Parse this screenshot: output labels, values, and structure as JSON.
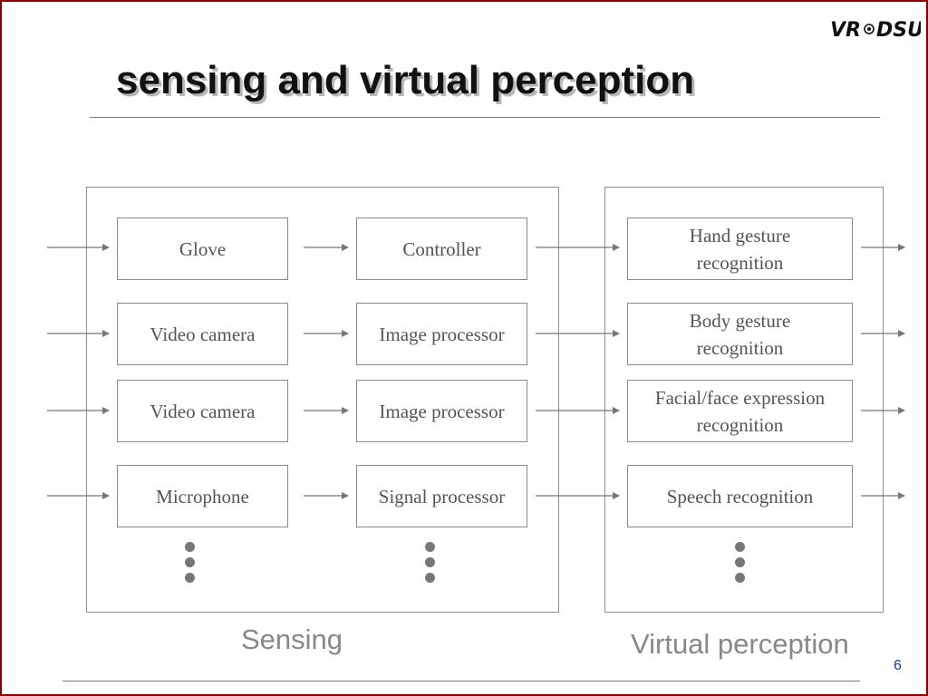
{
  "slide": {
    "title": "sensing and virtual perception",
    "logo_text": "VR◎DSU",
    "page_number": "6"
  },
  "groups": {
    "sensing": {
      "label": "Sensing"
    },
    "virtual_perception": {
      "label": "Virtual perception"
    }
  },
  "rows": [
    {
      "sensor": "Glove",
      "processor": "Controller",
      "recognizer": "Hand gesture recognition"
    },
    {
      "sensor": "Video camera",
      "processor": "Image processor",
      "recognizer": "Body gesture recognition"
    },
    {
      "sensor": "Video camera",
      "processor": "Image processor",
      "recognizer": "Facial/face expression recognition"
    },
    {
      "sensor": "Microphone",
      "processor": "Signal processor",
      "recognizer": "Speech recognition"
    }
  ],
  "recognizer_lines": [
    [
      "Hand gesture",
      "recognition"
    ],
    [
      "Body gesture",
      "recognition"
    ],
    [
      "Facial/face expression",
      "recognition"
    ],
    [
      "Speech recognition"
    ]
  ],
  "colors": {
    "slide_border": "#8b0000",
    "box_border": "#8a8a8a",
    "arrow": "#777777",
    "page_number": "#1a3c9a"
  }
}
